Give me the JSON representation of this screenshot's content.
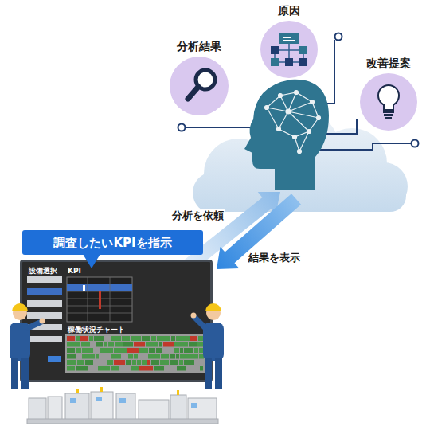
{
  "diagram": {
    "nodes": [
      {
        "text": [
          "分析結果"
        ]
      },
      {
        "text": [
          "原因"
        ]
      },
      {
        "text": [
          "改善提案"
        ]
      },
      {
        "text": [
          "調査したいKPIを指示"
        ]
      },
      {
        "text": [
          "設備選択",
          "KPI",
          "稼働状況チャート"
        ]
      }
    ],
    "labels": [
      "分析を依頼",
      "結果を表示"
    ]
  }
}
